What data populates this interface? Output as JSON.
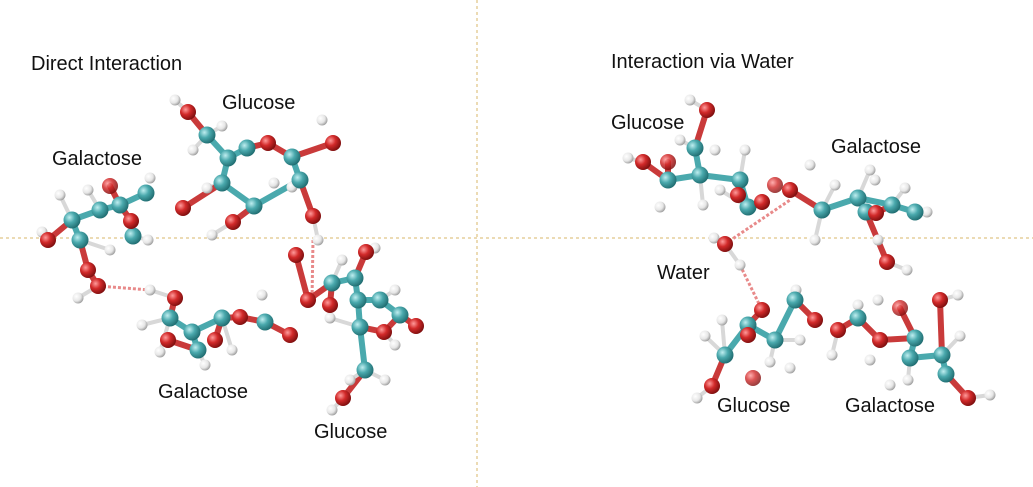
{
  "panels": [
    {
      "title": "Direct Interaction",
      "labels": [
        "Glucose",
        "Galactose",
        "Galactose",
        "Glucose"
      ]
    },
    {
      "title": "Interaction via Water",
      "labels": [
        "Glucose",
        "Galactose",
        "Water",
        "Glucose",
        "Galactose"
      ]
    }
  ],
  "colors": {
    "carbon": "#4aa9ad",
    "oxygen": "#d22a2a",
    "hydrogen": "#f2f2f2",
    "hbond": "#e88a8a",
    "guide": "#d9b76a"
  }
}
